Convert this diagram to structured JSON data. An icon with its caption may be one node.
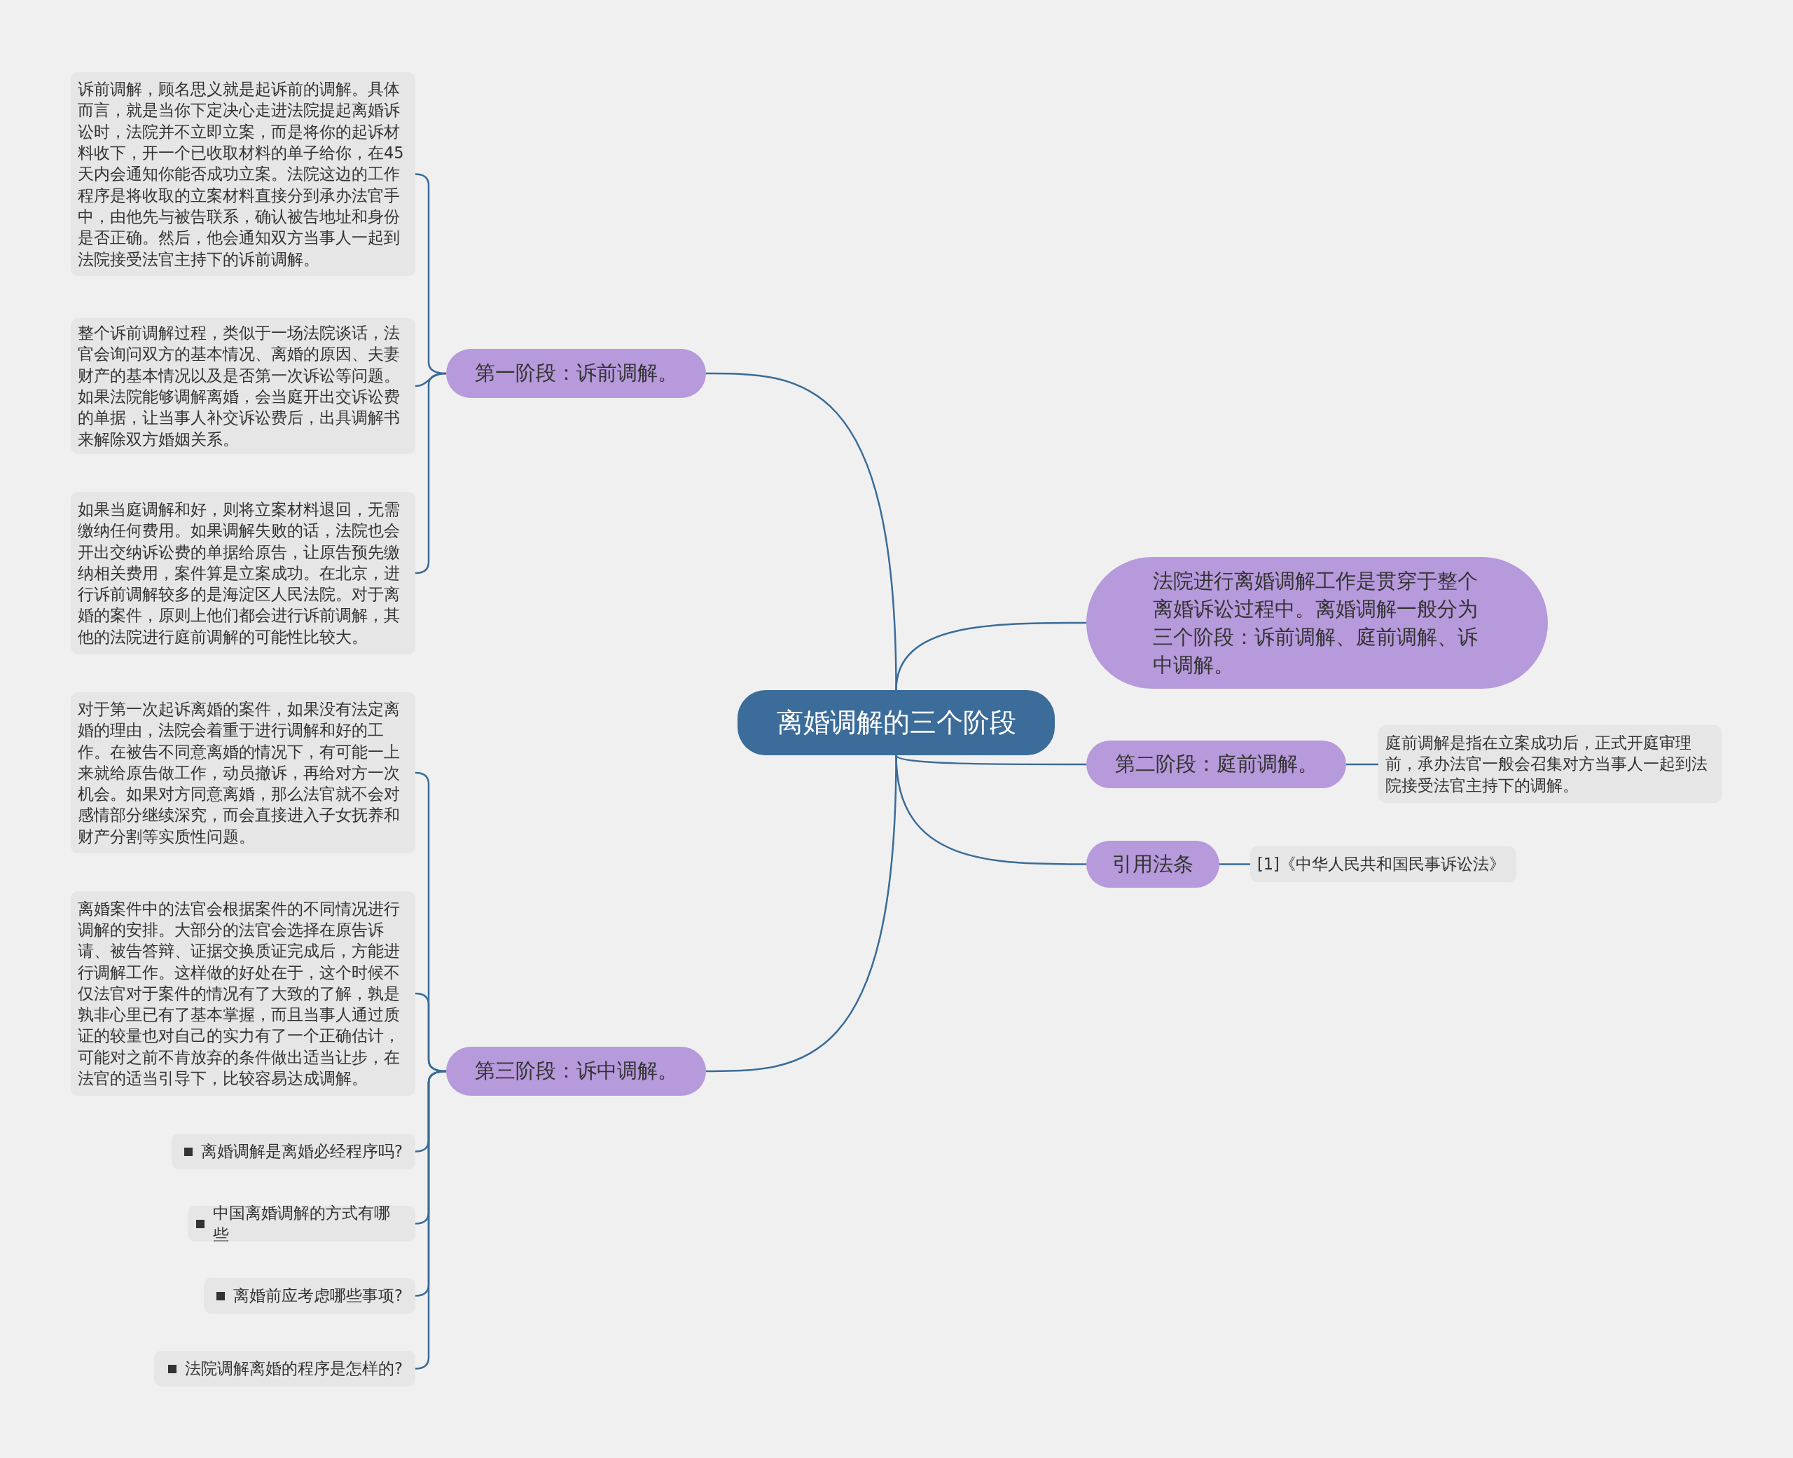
{
  "diagram": {
    "nodes": [
      {
        "text": [
          "离婚调解的三个阶段"
        ]
      },
      {
        "text": [
          "第一阶段：诉前调解。"
        ]
      },
      {
        "text": [
          "诉前调解，顾名思义就是起诉前的调解。具体而言，就是当你下定决心走进法院提起离婚诉讼时，法院并不立即立案，而是将你的起诉材料收下，开一个已收取材料的单子给你，在45天内会通知你能否成功立案。法院这边的工作程序是将收取的立案材料直接分到承办法官手中，由他先与被告联系，确认被告地址和身份是否正确。然后，他会通知双方当事人一起到法院接受法官主持下的诉前调解。"
        ]
      },
      {
        "text": [
          "整个诉前调解过程，类似于一场法院谈话，法官会询问双方的基本情况、离婚的原因、夫妻财产的基本情况以及是否第一次诉讼等问题。如果法院能够调解离婚，会当庭开出交诉讼费的单据，让当事人补交诉讼费后，出具调解书来解除双方婚姻关系。"
        ]
      },
      {
        "text": [
          "如果当庭调解和好，则将立案材料退回，无需缴纳任何费用。如果调解失败的话，法院也会开出交纳诉讼费的单据给原告，让原告预先缴纳相关费用，案件算是立案成功。在北京，进行诉前调解较多的是海淀区人民法院。对于离婚的案件，原则上他们都会进行诉前调解，其他的法院进行庭前调解的可能性比较大。"
        ]
      },
      {
        "text": [
          "法院进行离婚调解工作是贯穿于整个离婚诉讼过程中。离婚调解一般分为三个阶段：诉前调解、庭前调解、诉中调解。"
        ]
      },
      {
        "text": [
          "第二阶段：庭前调解。"
        ]
      },
      {
        "text": [
          "庭前调解是指在立案成功后，正式开庭审理前，承办法官一般会召集对方当事人一起到法院接受法官主持下的调解。"
        ]
      },
      {
        "text": [
          "引用法条"
        ]
      },
      {
        "text": [
          "[1]《中华人民共和国民事诉讼法》"
        ]
      },
      {
        "text": [
          "第三阶段：诉中调解。"
        ]
      },
      {
        "text": [
          "对于第一次起诉离婚的案件，如果没有法定离婚的理由，法院会着重于进行调解和好的工作。在被告不同意离婚的情况下，有可能一上来就给原告做工作，动员撤诉，再给对方一次机会。如果对方同意离婚，那么法官就不会对感情部分继续深究，而会直接进入子女抚养和财产分割等实质性问题。"
        ]
      },
      {
        "text": [
          "离婚案件中的法官会根据案件的不同情况进行调解的安排。大部分的法官会选择在原告诉请、被告答辩、证据交换质证完成后，方能进行调解工作。这样做的好处在于，这个时候不仅法官对于案件的情况有了大致的了解，孰是孰非心里已有了基本掌握，而且当事人通过质证的较量也对自己的实力有了一个正确估计，可能对之前不肯放弃的条件做出适当让步，在法官的适当引导下，比较容易达成调解。"
        ]
      },
      {
        "text": [
          "离婚调解是离婚必经程序吗?"
        ]
      },
      {
        "text": [
          "中国离婚调解的方式有哪些"
        ]
      },
      {
        "text": [
          "离婚前应考虑哪些事项?"
        ]
      },
      {
        "text": [
          "法院调解离婚的程序是怎样的?"
        ]
      }
    ],
    "edges": [
      {
        "from": 0,
        "to": 1,
        "arrow": "none"
      },
      {
        "from": 1,
        "to": 2,
        "arrow": "none"
      },
      {
        "from": 1,
        "to": 3,
        "arrow": "none"
      },
      {
        "from": 1,
        "to": 4,
        "arrow": "none"
      },
      {
        "from": 0,
        "to": 5,
        "arrow": "none"
      },
      {
        "from": 0,
        "to": 6,
        "arrow": "none"
      },
      {
        "from": 6,
        "to": 7,
        "arrow": "none"
      },
      {
        "from": 0,
        "to": 8,
        "arrow": "none"
      },
      {
        "from": 8,
        "to": 9,
        "arrow": "none"
      },
      {
        "from": 0,
        "to": 10,
        "arrow": "none"
      },
      {
        "from": 10,
        "to": 11,
        "arrow": "none"
      },
      {
        "from": 10,
        "to": 12,
        "arrow": "none"
      },
      {
        "from": 10,
        "to": 13,
        "arrow": "none"
      },
      {
        "from": 10,
        "to": 14,
        "arrow": "none"
      },
      {
        "from": 10,
        "to": 15,
        "arrow": "none"
      },
      {
        "from": 10,
        "to": 16,
        "arrow": "none"
      }
    ]
  }
}
